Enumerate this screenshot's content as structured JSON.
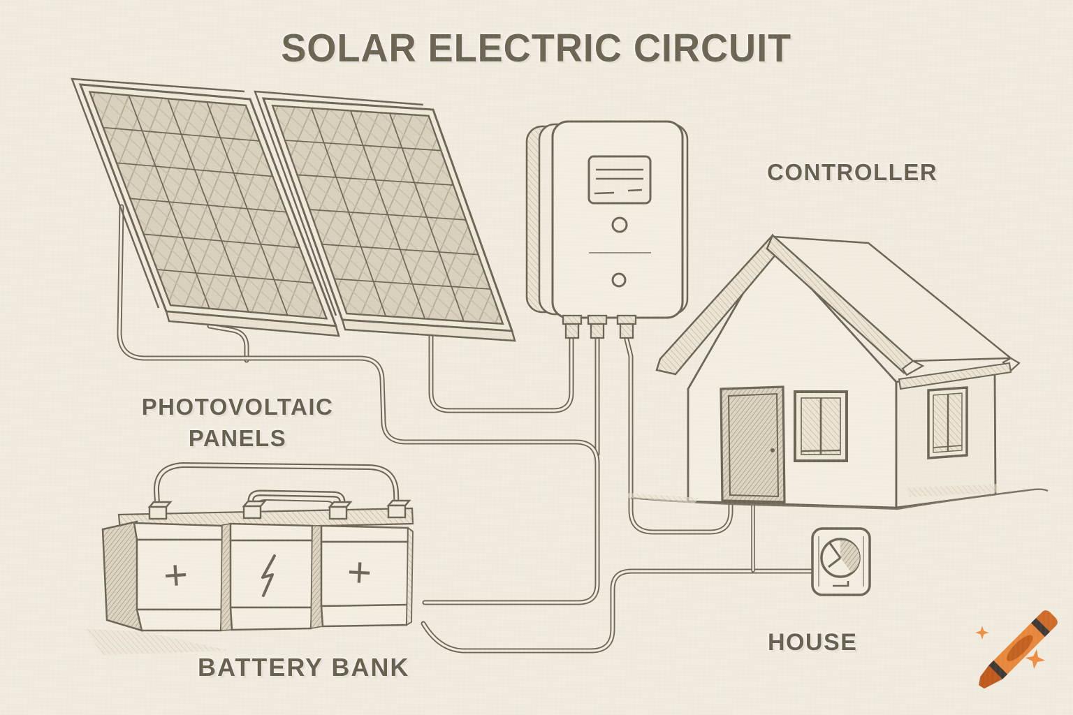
{
  "title": "SOLAR ELECTRIC CIRCUIT",
  "labels": {
    "panels_line1": "PHOTOVOLTAIC",
    "panels_line2": "PANELS",
    "controller": "CONTROLLER",
    "battery_bank": "BATTERY BANK",
    "house": "HOUSE"
  },
  "battery_symbols": {
    "left": "+",
    "right": "+"
  },
  "style": {
    "background": "#f1ebdf",
    "ink": "#6c6557",
    "label_text": "#665f4e",
    "panel_cell": "#d8d1be",
    "crayon_orange": "#e8873b",
    "crayon_tip": "#c05a1d",
    "crayon_stripe": "#3f3833",
    "sparkle": "#ef8c3f"
  },
  "diagram": {
    "type": "illustrated-circuit-sketch",
    "components": [
      "photovoltaic-panels",
      "controller",
      "battery-bank",
      "house",
      "utility-meter"
    ],
    "connections": [
      {
        "from": "photovoltaic-panels",
        "to": "controller"
      },
      {
        "from": "photovoltaic-panels",
        "to": "battery-bank"
      },
      {
        "from": "controller",
        "to": "battery-bank"
      },
      {
        "from": "controller",
        "to": "house"
      },
      {
        "from": "battery-bank",
        "to": "utility-meter"
      },
      {
        "from": "house",
        "to": "utility-meter"
      }
    ]
  }
}
